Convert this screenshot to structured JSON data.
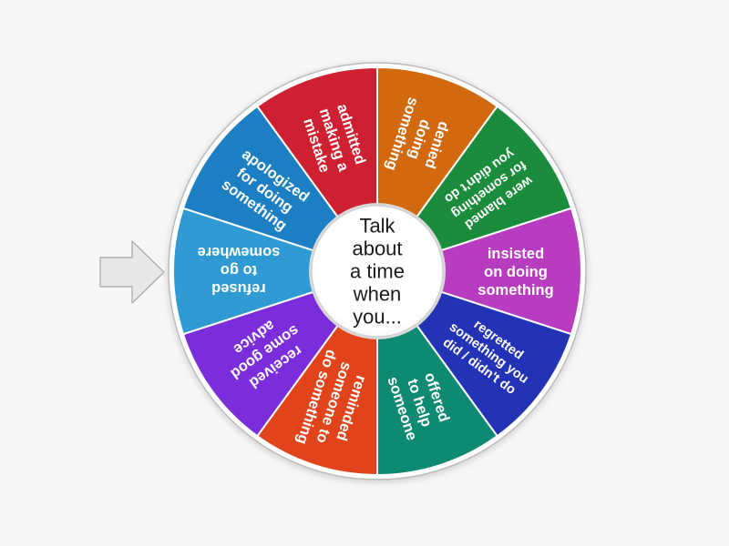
{
  "background_color": "#f7f7f7",
  "wheel": {
    "center_label_lines": [
      "Talk",
      "about",
      "a time",
      "when",
      "you..."
    ],
    "center_label": "Talk about a time when you...",
    "hub_fill": "#ffffff",
    "rim_color": "#ffffff",
    "rim_outline": "#b9b9b9",
    "segment_count": 10,
    "segment_angle_deg": 36,
    "segments": [
      {
        "label": "denied doing something",
        "lines": [
          "denied",
          "doing",
          "something"
        ],
        "color": "#d2690e",
        "start_deg": 0,
        "end_deg": 36,
        "flipped": false
      },
      {
        "label": "were blamed for something you didn't do",
        "lines": [
          "were blamed",
          "for something",
          "you didn't do"
        ],
        "color": "#1a8c3c",
        "start_deg": 36,
        "end_deg": 72,
        "flipped": false
      },
      {
        "label": "insisted on doing something",
        "lines": [
          "insisted",
          "on doing",
          "something"
        ],
        "color": "#b83cc0",
        "start_deg": 72,
        "end_deg": 108,
        "flipped": true
      },
      {
        "label": "regretted something you did / didn't do",
        "lines": [
          "regretted",
          "something you",
          "did / didn't do"
        ],
        "color": "#2333b5",
        "start_deg": 108,
        "end_deg": 144,
        "flipped": true
      },
      {
        "label": "offered to help someone",
        "lines": [
          "offered",
          "to help",
          "someone"
        ],
        "color": "#0f8a72",
        "start_deg": 144,
        "end_deg": 180,
        "flipped": true
      },
      {
        "label": "reminded someone to do something",
        "lines": [
          "reminded",
          "someone to",
          "do something"
        ],
        "color": "#e1441b",
        "start_deg": 180,
        "end_deg": 216,
        "flipped": true
      },
      {
        "label": "received some good advice",
        "lines": [
          "received",
          "some good",
          "advice"
        ],
        "color": "#7c2ddb",
        "start_deg": 216,
        "end_deg": 252,
        "flipped": true
      },
      {
        "label": "refused to go somewhere",
        "lines": [
          "refused",
          "to go",
          "somewhere"
        ],
        "color": "#2f9ad4",
        "start_deg": 252,
        "end_deg": 288,
        "flipped": true
      },
      {
        "label": "apologized for doing something",
        "lines": [
          "apologized",
          "for doing",
          "something"
        ],
        "color": "#1d7fc3",
        "start_deg": 288,
        "end_deg": 324,
        "flipped": false
      },
      {
        "label": "admitted making a mistake",
        "lines": [
          "admitted",
          "making a",
          "mistake"
        ],
        "color": "#cf2032",
        "start_deg": 324,
        "end_deg": 360,
        "flipped": false
      }
    ]
  },
  "pointer": {
    "name": "spinner-pointer-arrow",
    "direction": "right",
    "fill": "#e8e8e8",
    "stroke": "#aeaeae"
  }
}
